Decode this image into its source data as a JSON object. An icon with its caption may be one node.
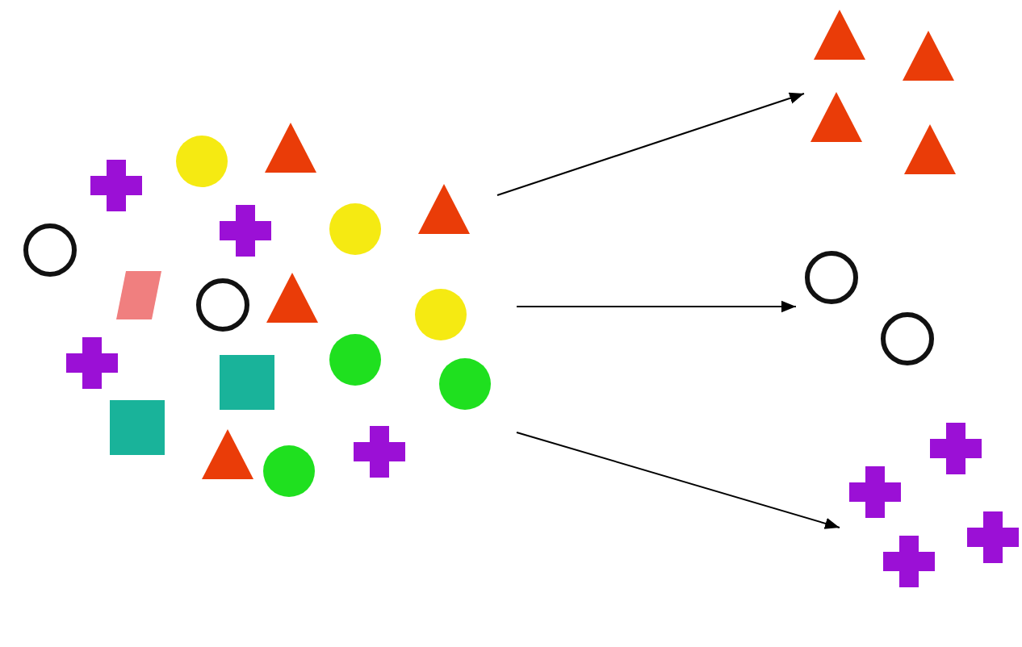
{
  "diagram": {
    "nodes": [
      {
        "text": [],
        "shape": "group"
      },
      {
        "text": [],
        "shape": "group"
      },
      {
        "text": [],
        "shape": "group"
      },
      {
        "text": [],
        "shape": "group"
      }
    ],
    "edges": [
      {
        "from": 0,
        "to": 1,
        "arrow": "to"
      },
      {
        "from": 0,
        "to": 2,
        "arrow": "to"
      },
      {
        "from": 0,
        "to": 3,
        "arrow": "to"
      }
    ]
  }
}
